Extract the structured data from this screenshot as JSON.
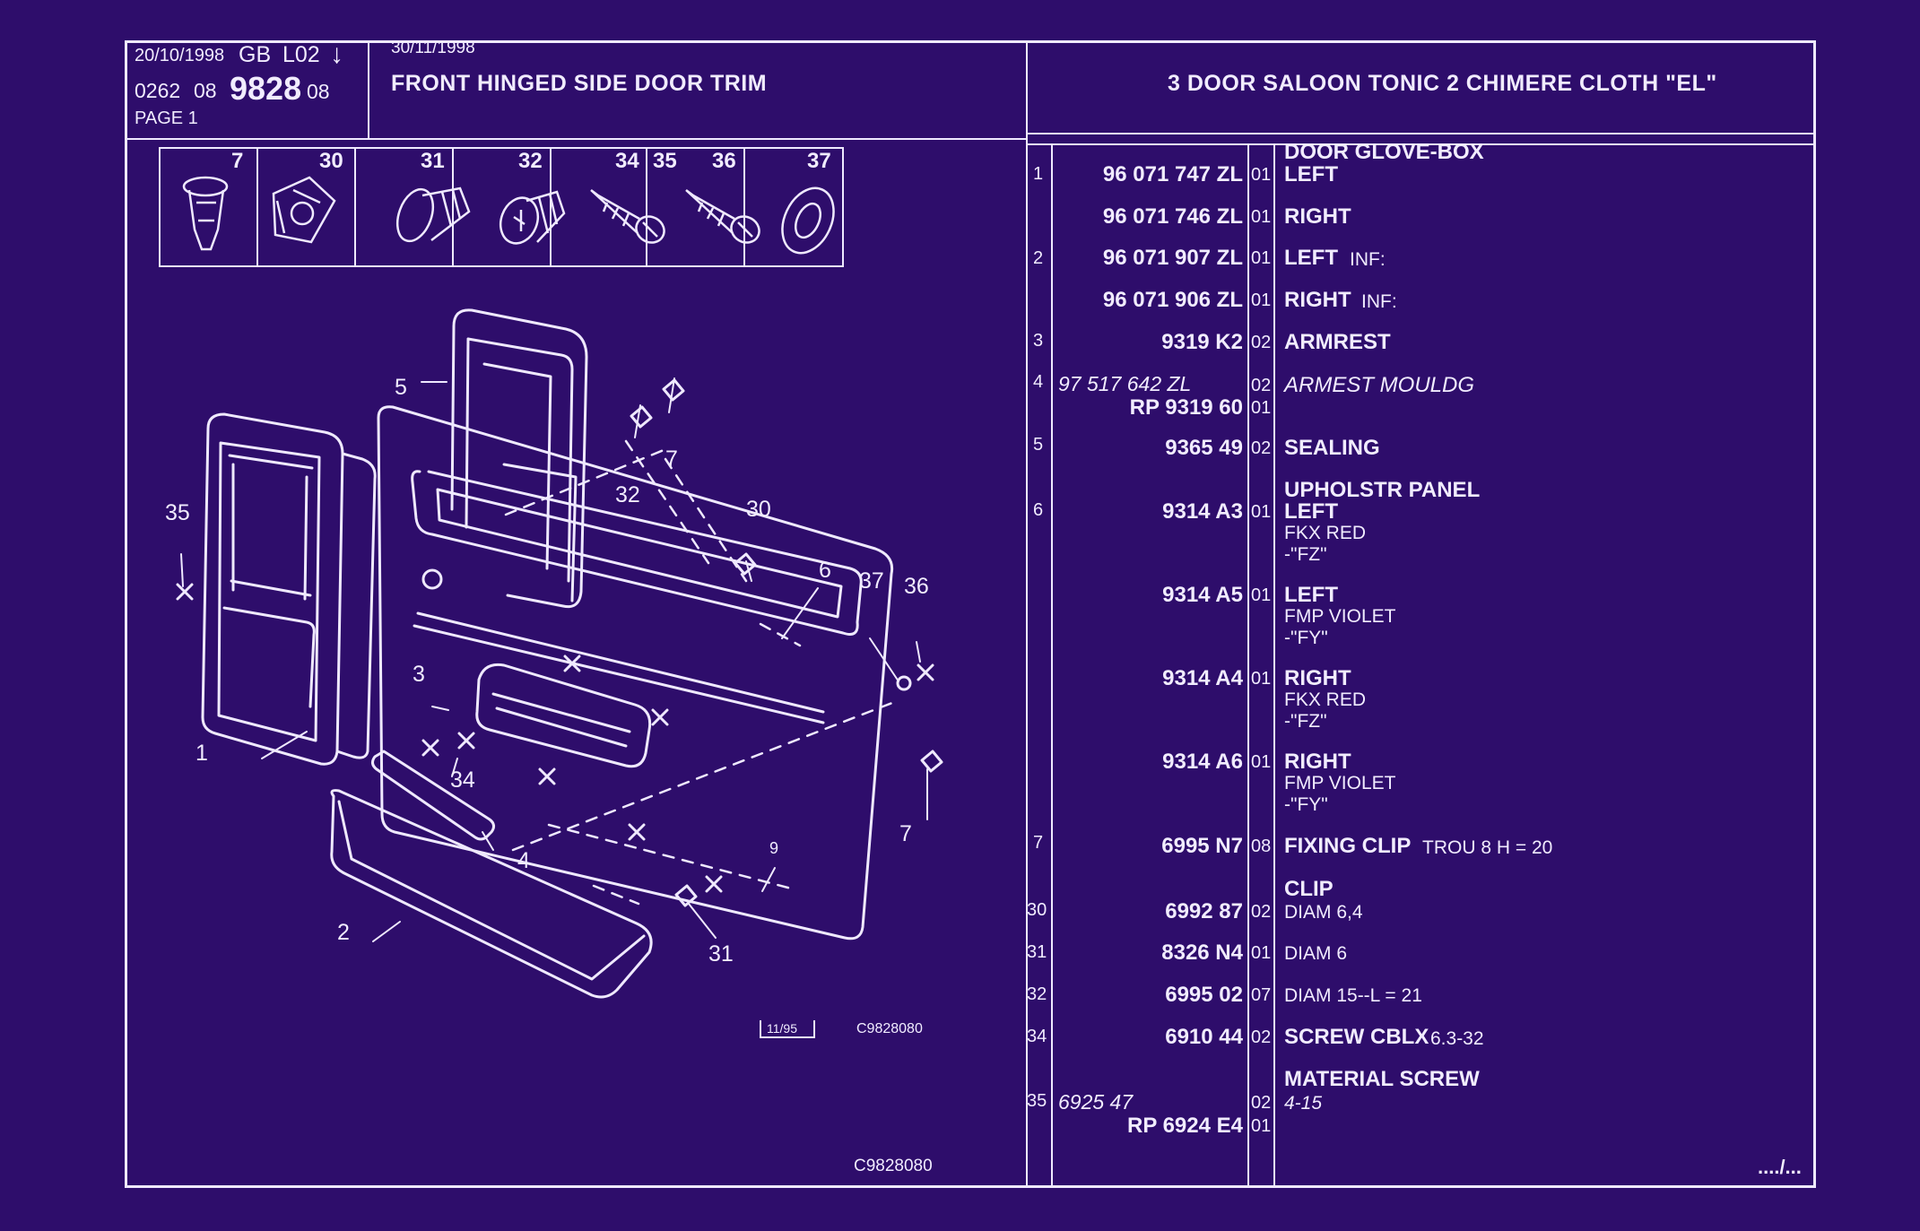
{
  "header": {
    "date1": "20/10/1998",
    "country": "GB",
    "code": "L02",
    "arrow": "↓",
    "ref_prefix": "0262",
    "ref_group": "08",
    "ref_main": "9828",
    "ref_suffix": "08",
    "page": "PAGE  1",
    "date2": "30/11/1998",
    "title": "FRONT HINGED SIDE DOOR TRIM",
    "vehicle": "3 DOOR SALOON TONIC 2 CHIMERE CLOTH \"EL\""
  },
  "hardware_icons": [
    {
      "num": "7",
      "icon": "plug-clip-icon"
    },
    {
      "num": "30",
      "icon": "square-clip-icon"
    },
    {
      "num": "31",
      "icon": "push-rivet-icon"
    },
    {
      "num": "32",
      "icon": "threaded-insert-icon"
    },
    {
      "num": "34",
      "icon": "screw-icon"
    },
    {
      "num": "35",
      "icon": "screw-icon"
    },
    {
      "num": "36",
      "icon": ""
    },
    {
      "num": "37",
      "icon": "washer-icon"
    }
  ],
  "diagram_labels": [
    "1",
    "2",
    "3",
    "4",
    "5",
    "6",
    "7",
    "7",
    "9",
    "30",
    "31",
    "32",
    "34",
    "35",
    "36",
    "37"
  ],
  "drawing_stamp": "11/95",
  "drawing_ref": "C9828080",
  "footer_ref": "C9828080",
  "continuation": "..../...",
  "parts": [
    {
      "idx": "1",
      "ref": "96 071 747 ZL",
      "qty": "01",
      "title": "DOOR GLOVE-BOX",
      "desc": "LEFT"
    },
    {
      "idx": "",
      "ref": "96 071 746 ZL",
      "qty": "01",
      "desc": "RIGHT"
    },
    {
      "idx": "2",
      "ref": "96 071 907 ZL",
      "qty": "01",
      "desc": "LEFT",
      "extra": "INF:"
    },
    {
      "idx": "",
      "ref": "96 071 906 ZL",
      "qty": "01",
      "desc": "RIGHT",
      "extra": "INF:"
    },
    {
      "idx": "3",
      "ref": "9319 K2",
      "qty": "02",
      "desc": "ARMREST"
    },
    {
      "idx": "4",
      "ref_italic": "97 517 642 ZL",
      "qty": "02",
      "desc_italic": "ARMEST MOULDG",
      "ref2": "RP  9319 60",
      "qty2": "01"
    },
    {
      "idx": "5",
      "ref": "9365 49",
      "qty": "02",
      "desc": "SEALING"
    },
    {
      "idx": "6",
      "ref": "9314 A3",
      "qty": "01",
      "title": "UPHOLSTR PANEL",
      "desc": "LEFT",
      "sub1": "FKX RED",
      "sub2": "-\"FZ\""
    },
    {
      "idx": "",
      "ref": "9314 A5",
      "qty": "01",
      "desc": "LEFT",
      "sub1": "FMP VIOLET",
      "sub2": "-\"FY\""
    },
    {
      "idx": "",
      "ref": "9314 A4",
      "qty": "01",
      "desc": "RIGHT",
      "sub1": "FKX RED",
      "sub2": "-\"FZ\""
    },
    {
      "idx": "",
      "ref": "9314 A6",
      "qty": "01",
      "desc": "RIGHT",
      "sub1": "FMP VIOLET",
      "sub2": "-\"FY\""
    },
    {
      "idx": "7",
      "ref": "6995 N7",
      "qty": "08",
      "desc": "FIXING CLIP",
      "extra": "TROU 8 H = 20"
    },
    {
      "idx": "30",
      "ref": "6992 87",
      "qty": "02",
      "title": "CLIP",
      "desc": "DIAM 6,4"
    },
    {
      "idx": "31",
      "ref": "8326 N4",
      "qty": "01",
      "desc": "DIAM 6"
    },
    {
      "idx": "32",
      "ref": "6995 02",
      "qty": "07",
      "desc": "DIAM 15--L = 21"
    },
    {
      "idx": "34",
      "ref": "6910 44",
      "qty": "02",
      "desc": "SCREW CBLX",
      "extra": "6.3-32"
    },
    {
      "idx": "35",
      "ref_italic": "6925 47",
      "qty": "02",
      "title": "MATERIAL SCREW",
      "desc_italic": "4-15",
      "ref2": "RP  6924 E4",
      "qty2": "01"
    }
  ]
}
